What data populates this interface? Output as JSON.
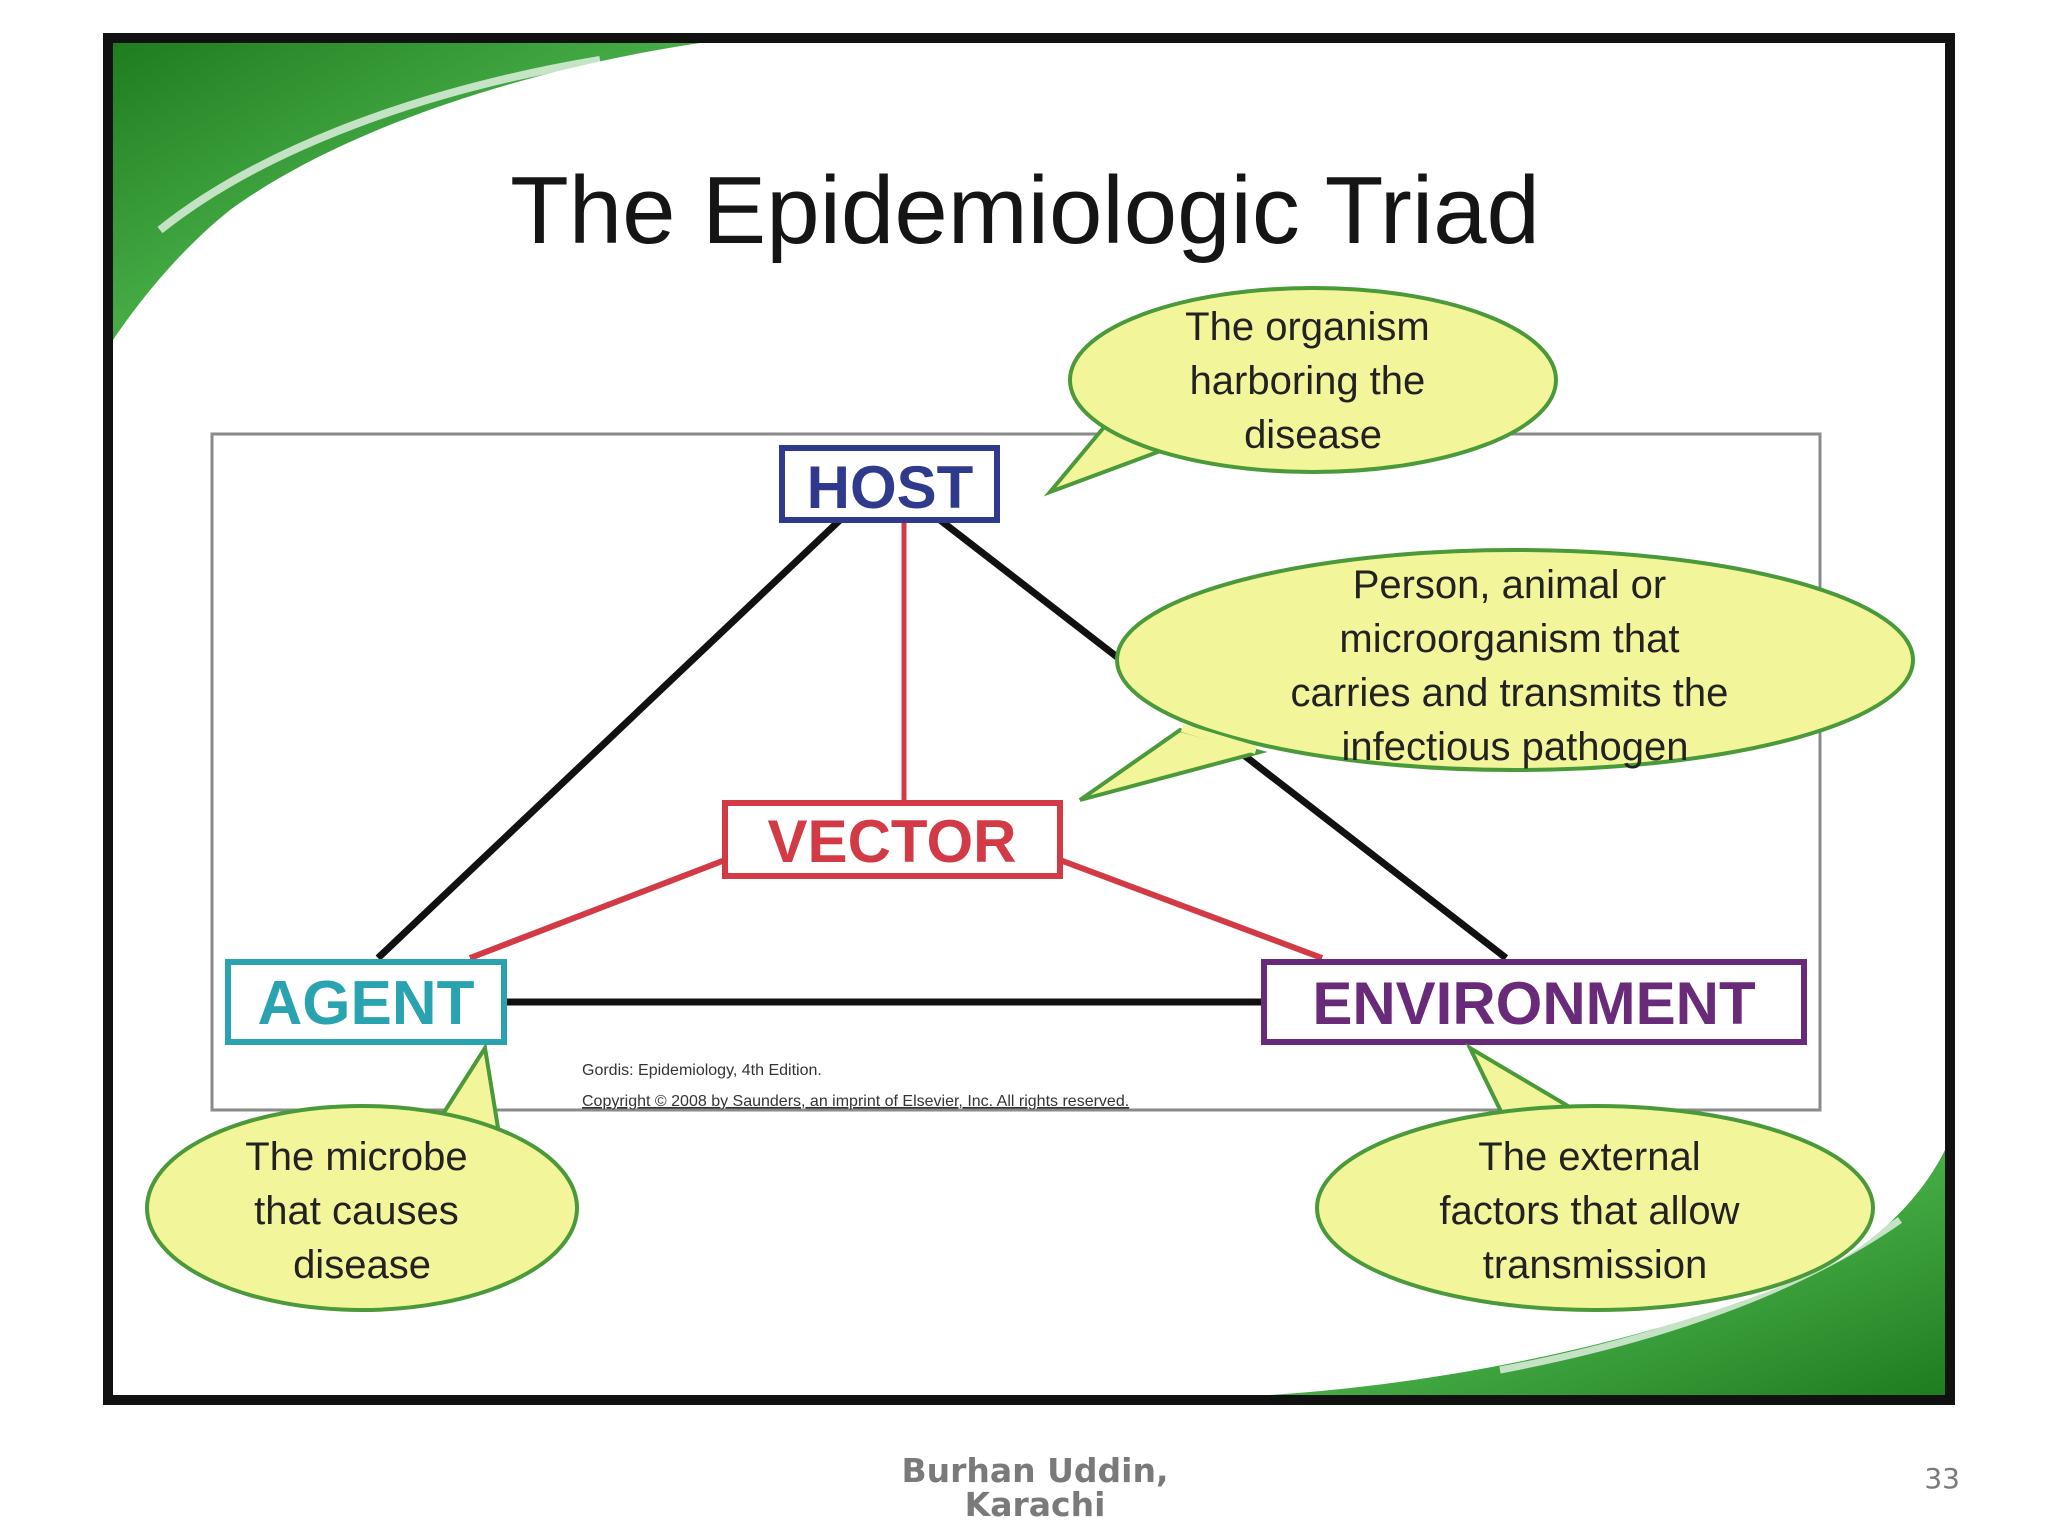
{
  "slide": {
    "title": "The Epidemiologic Triad",
    "nodes": {
      "host": "HOST",
      "vector": "VECTOR",
      "agent": "AGENT",
      "environment": "ENVIRONMENT"
    },
    "callouts": {
      "host": [
        "The organism",
        "harboring the",
        "disease"
      ],
      "vector": [
        "Person, animal or",
        "microorganism that",
        "carries and transmits the",
        "infectious pathogen"
      ],
      "agent": [
        "The microbe",
        "that causes",
        "disease"
      ],
      "environment": [
        "The external",
        "factors that allow",
        "transmission"
      ]
    },
    "source": {
      "line1": "Gordis: Epidemiology, 4th Edition.",
      "line2": "Copyright © 2008 by Saunders, an imprint of Elsevier, Inc. All rights reserved."
    },
    "colors": {
      "green": "#2e9a2e",
      "bubble_fill": "#f3f59a",
      "bubble_stroke": "#4a9a3a",
      "host": "#2f3a8c",
      "vector": "#d23a46",
      "agent": "#2aa3b0",
      "environment": "#6a2a7a"
    }
  },
  "footer": {
    "author_line1": "Burhan Uddin,",
    "author_line2": "Karachi",
    "page_number": "33"
  }
}
